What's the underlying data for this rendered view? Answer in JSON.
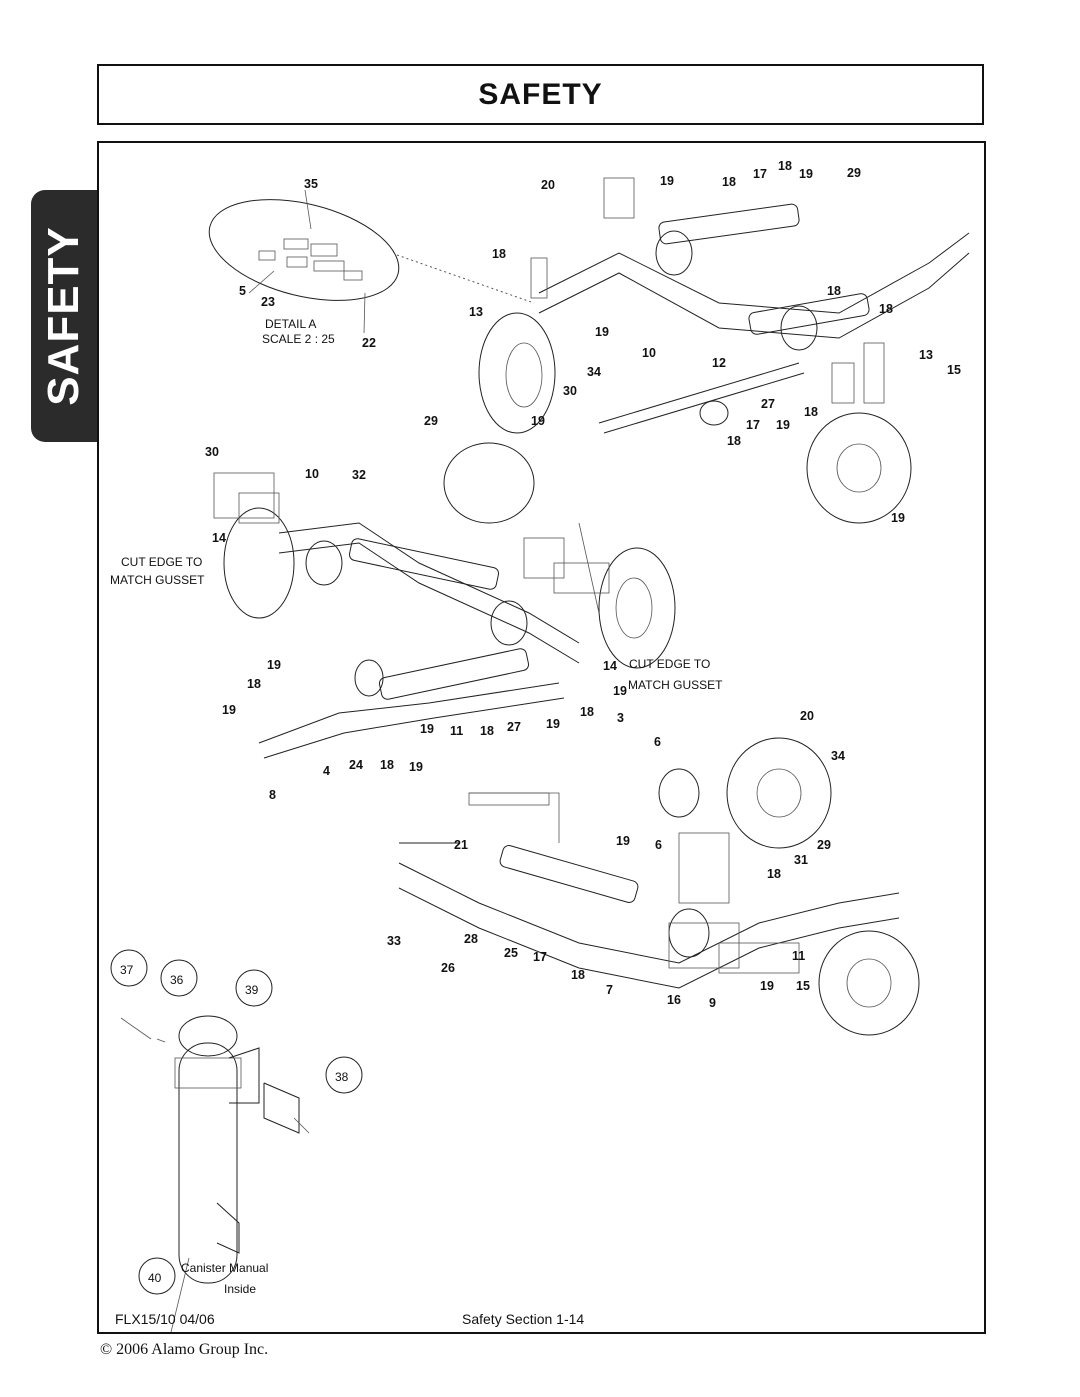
{
  "header": {
    "title": "SAFETY"
  },
  "side_tab": {
    "label": "SAFETY"
  },
  "detail": {
    "name": "DETAIL A",
    "scale": "SCALE 2 : 25"
  },
  "notes": {
    "cut_edge_1": "CUT EDGE TO",
    "match_gusset_1": "MATCH GUSSET",
    "cut_edge_2": "CUT EDGE TO",
    "match_gusset_2": "MATCH GUSSET"
  },
  "canister": {
    "line1": "Canister Manual",
    "line2": "Inside"
  },
  "callouts_circled": [
    "37",
    "36",
    "39",
    "38",
    "40"
  ],
  "footer": {
    "model": "FLX15/10 04/06",
    "section": "Safety Section  1-14",
    "copyright": "© 2006 Alamo Group Inc."
  }
}
